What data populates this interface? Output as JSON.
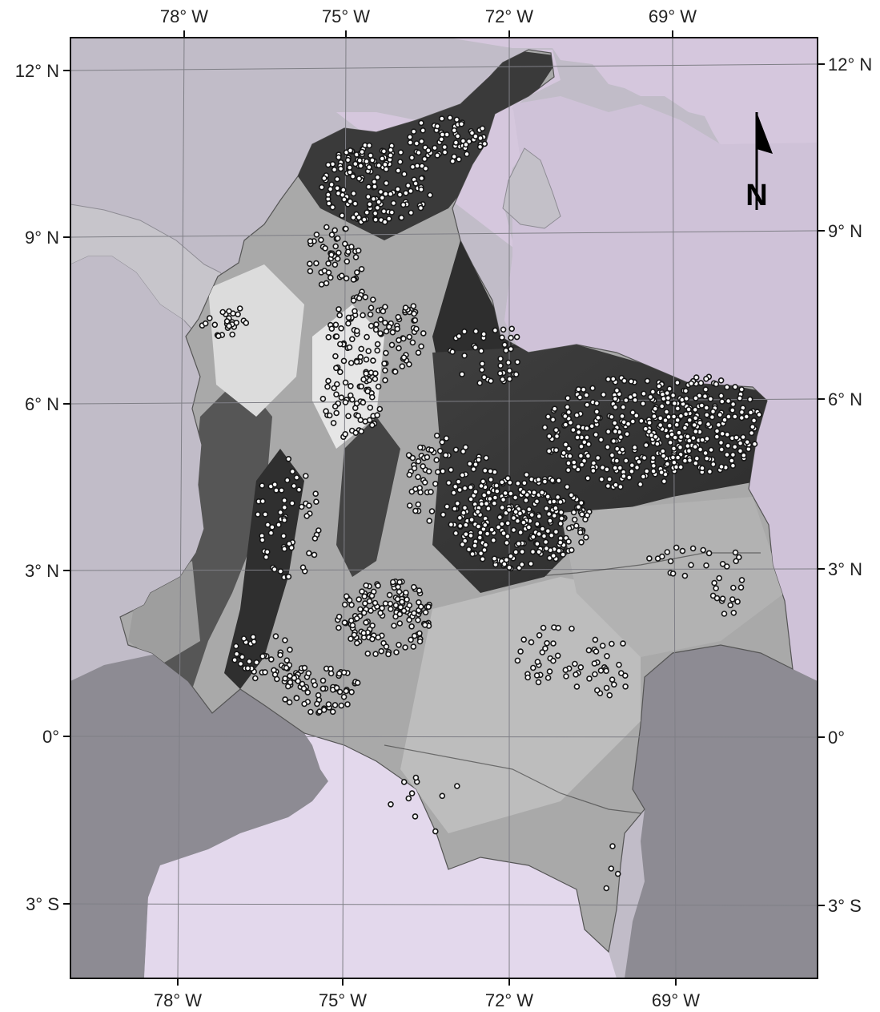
{
  "map": {
    "colors": {
      "frame_bg": "#c1bcc8",
      "sea_caribbean": "#d5c7dd",
      "sea_pacific": "#e3d8ec",
      "south_land": "#8d8b93",
      "neighbor_land": "#c7c5cb",
      "colombia_base": "#a9a9a9",
      "graticule": "#7f7f86",
      "point_fill": "#ffffff",
      "point_stroke": "#151515"
    },
    "top_axis_labels": [
      "78° W",
      "75° W",
      "72° W",
      "69° W"
    ],
    "bottom_axis_labels": [
      "78° W",
      "75° W",
      "72° W",
      "69° W"
    ],
    "left_axis_labels": [
      "12° N",
      "9° N",
      "6° N",
      "3° N",
      "0°",
      "3° S"
    ],
    "right_axis_labels": [
      "12° N",
      "9° N",
      "6° N",
      "3° N",
      "0°",
      "3° S"
    ],
    "north_arrow": {
      "letter": "N",
      "icon": "north-arrow-icon"
    },
    "occurrence_points": {
      "symbol": "circle",
      "fill": "#ffffff",
      "outline": "#151515"
    }
  }
}
